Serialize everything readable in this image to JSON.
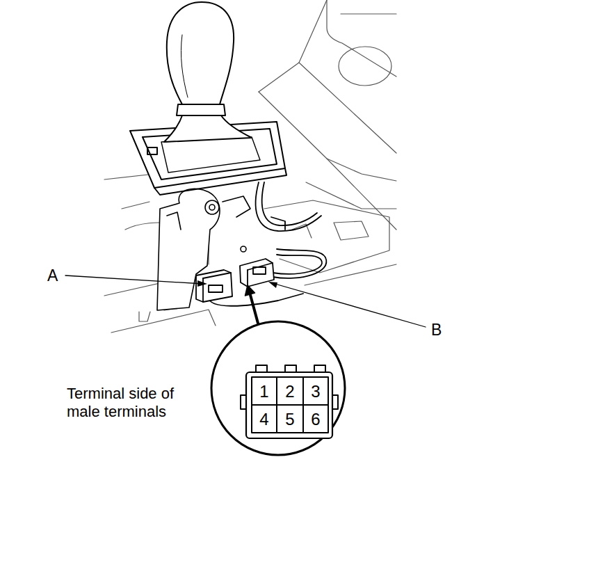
{
  "diagram": {
    "labels": [
      "A",
      "B",
      "Terminal side of male terminals",
      "1",
      "2",
      "3",
      "4",
      "5",
      "6"
    ]
  }
}
